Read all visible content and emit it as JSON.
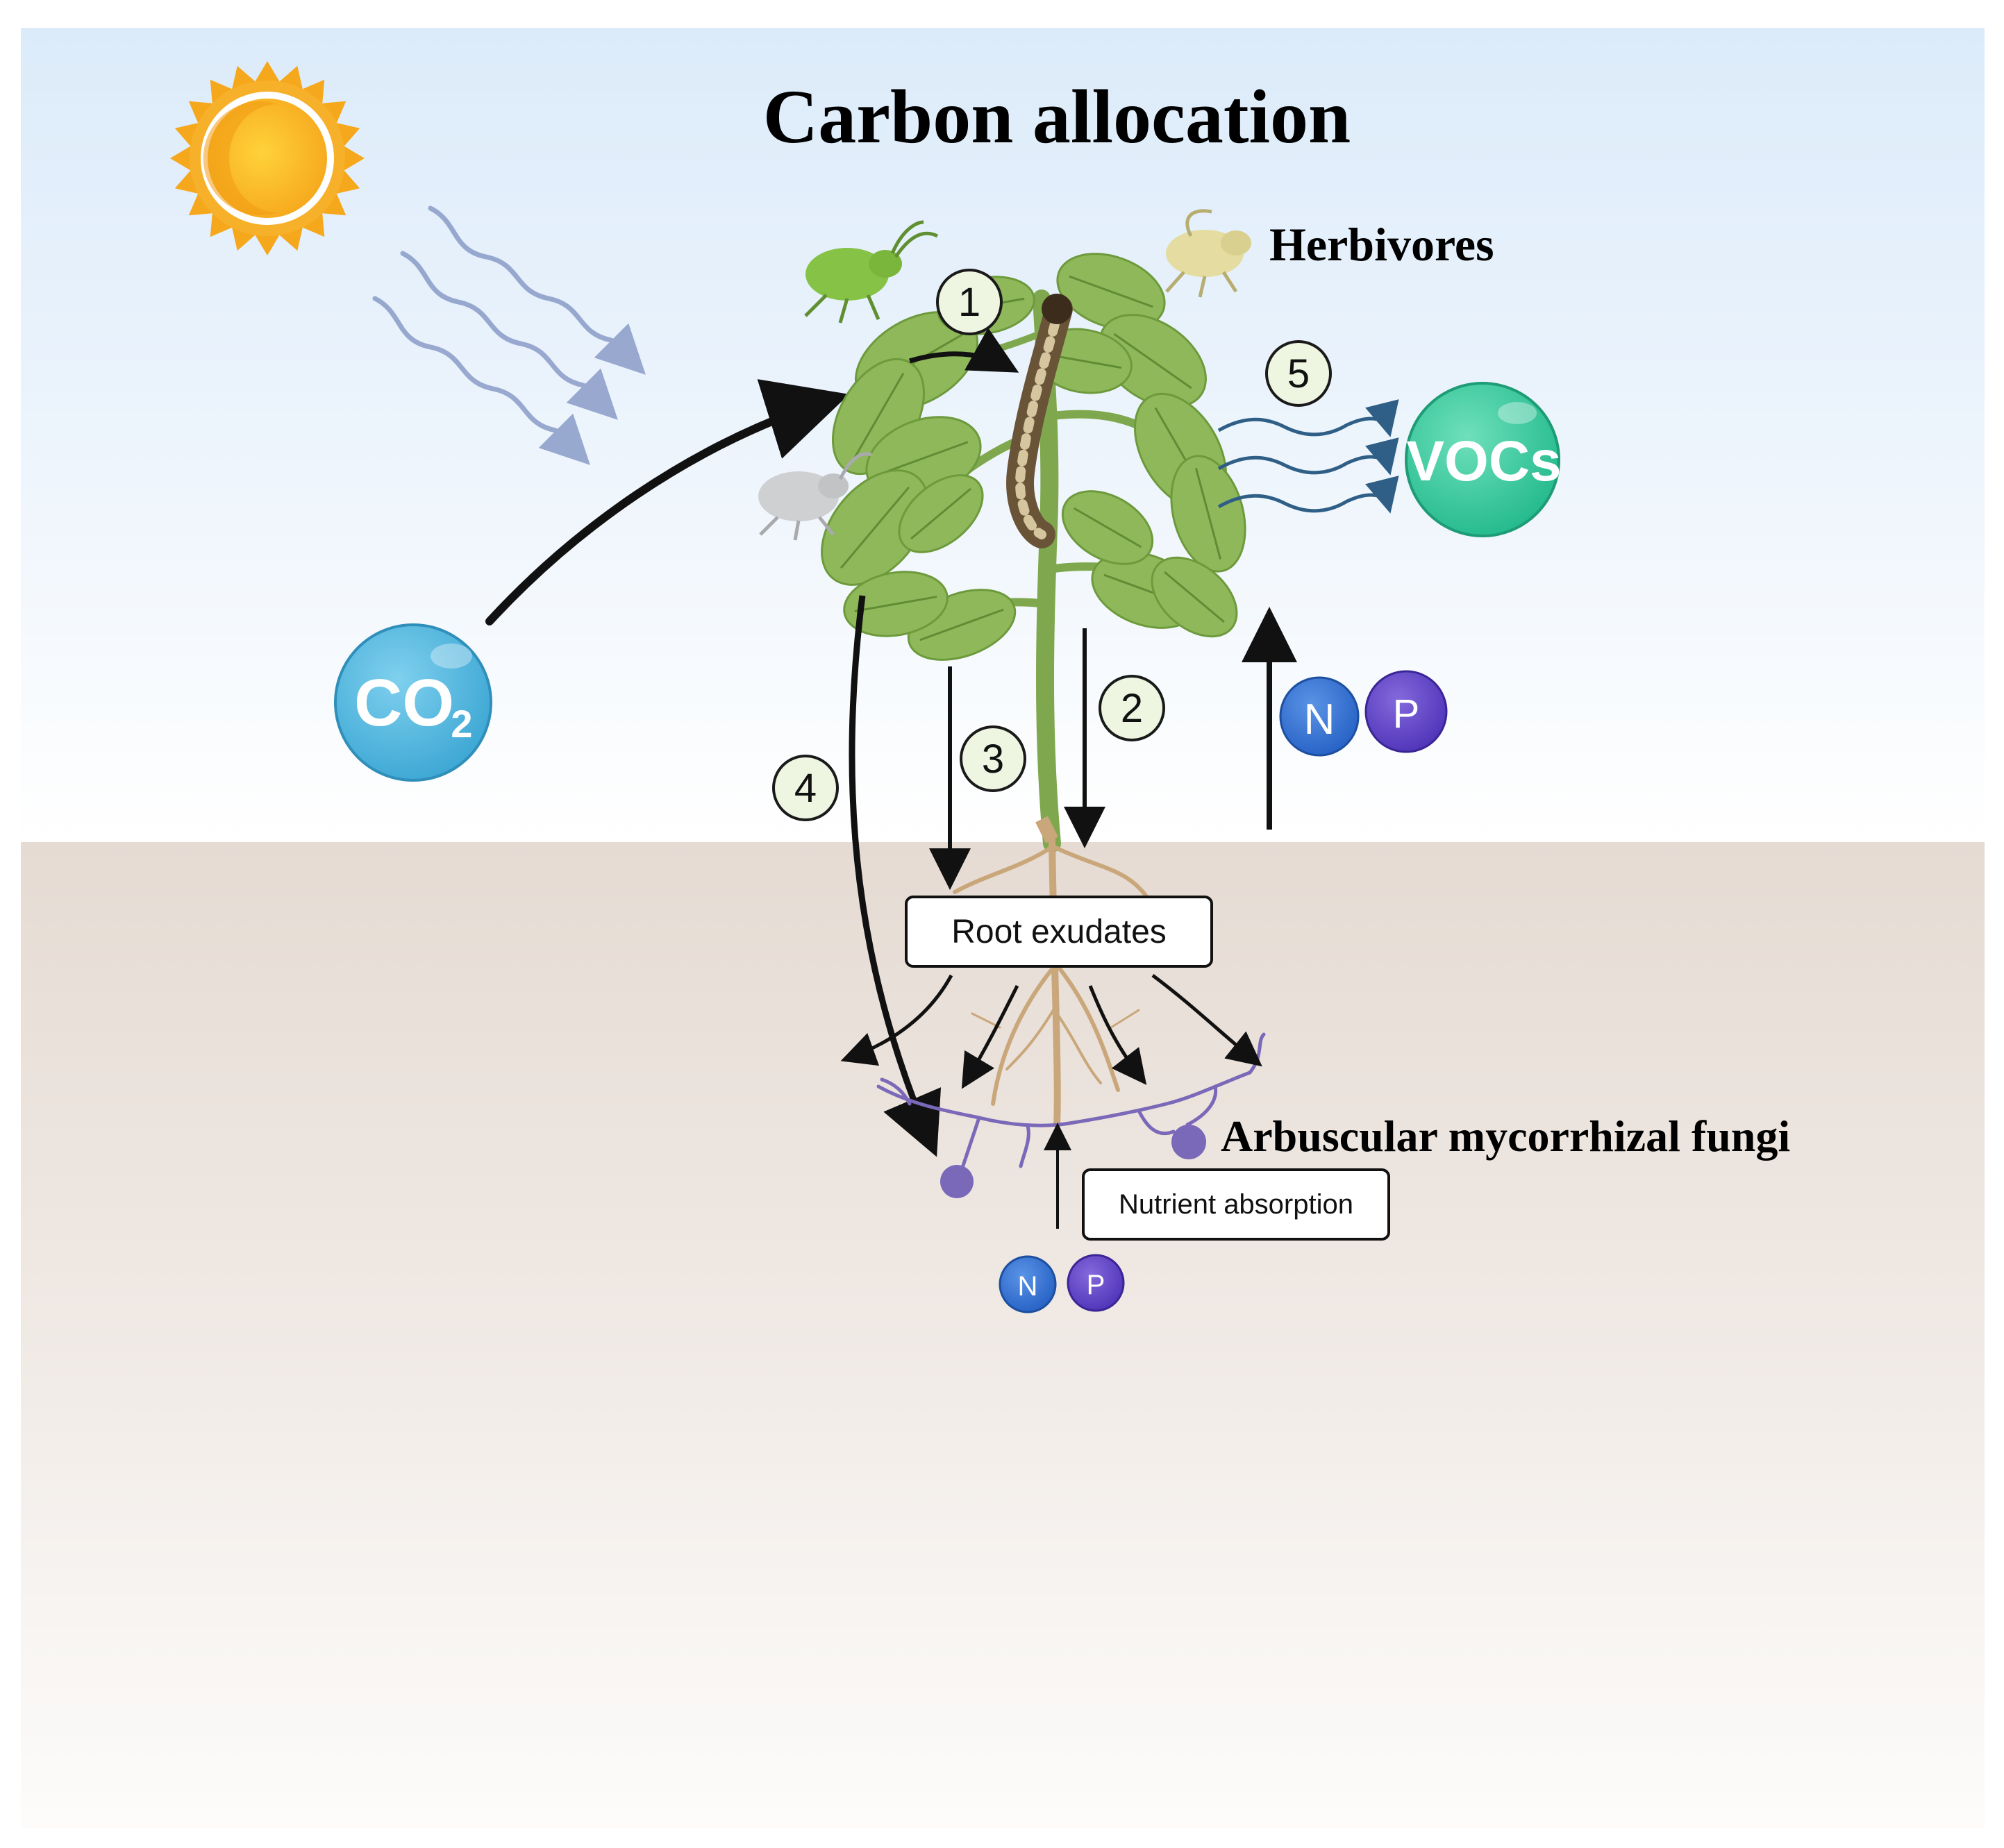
{
  "title": "Carbon allocation",
  "labels": {
    "herbivores": "Herbivores",
    "amf": "Arbuscular mycorrhizal fungi",
    "root_exudates": "Root exudates",
    "nutrient_absorption": "Nutrient absorption"
  },
  "bubbles": {
    "co2_main": "CO",
    "co2_sub": "2",
    "vocs": "VOCs",
    "n": "N",
    "p": "P"
  },
  "steps": [
    "1",
    "2",
    "3",
    "4",
    "5"
  ],
  "colors": {
    "sky_top": "#dfeefb",
    "soil_top": "#e6ddd6",
    "co2": "#4fb3d9",
    "vocs": "#2ec79a",
    "nitrogen": "#2e6fd0",
    "phosphorus": "#5a3ec8",
    "fungi": "#7a68b8",
    "step_badge": "#eef6e2",
    "leaf": "#8fb85a",
    "root": "#c9a77a"
  }
}
